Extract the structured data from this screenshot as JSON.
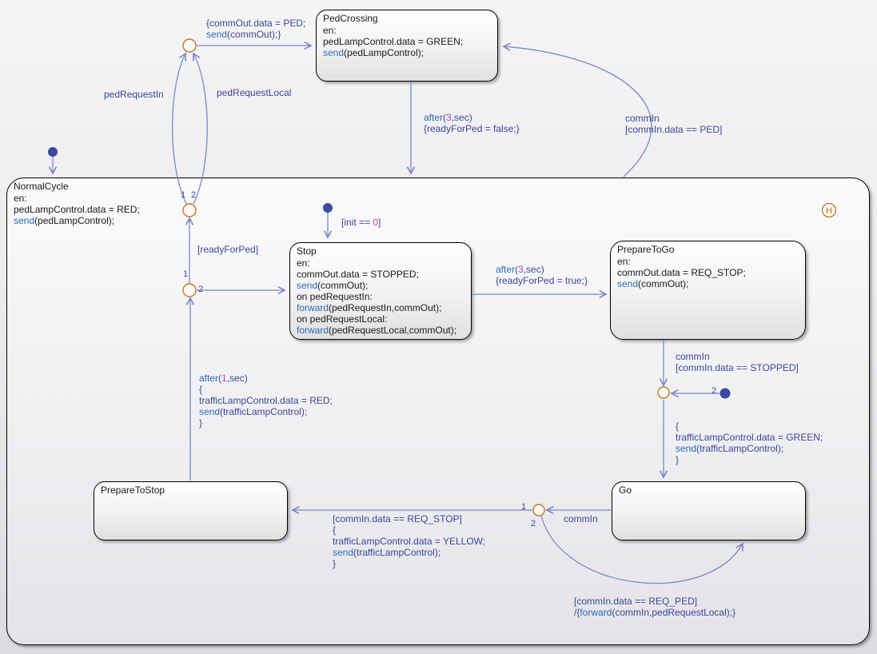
{
  "chart": {
    "name": "traffic-light-controller-statechart",
    "colors": {
      "transition_line": "#7b87c6",
      "transition_text": "#3a4698",
      "keyword": "#2d6ab4",
      "number_literal": "#c43fb0",
      "junction": "#c8731f",
      "default_dot": "#3a4a9e",
      "state_text": "#1a1a1a"
    }
  },
  "states": {
    "pedCrossing": {
      "label": "PedCrossing",
      "body": [
        [
          {
            "t": "en:"
          }
        ],
        [
          {
            "t": "pedLampControl.data = GREEN;"
          }
        ],
        [
          {
            "t": "send",
            "c": "kw"
          },
          {
            "t": "(pedLampControl);"
          }
        ]
      ]
    },
    "normalCycle": {
      "label": "NormalCycle",
      "body": [
        [
          {
            "t": "en:"
          }
        ],
        [
          {
            "t": "pedLampControl.data = RED;"
          }
        ],
        [
          {
            "t": "send",
            "c": "kw"
          },
          {
            "t": "(pedLampControl);"
          }
        ]
      ]
    },
    "stop": {
      "label": "Stop",
      "body": [
        [
          {
            "t": "en:"
          }
        ],
        [
          {
            "t": "commOut.data = STOPPED;"
          }
        ],
        [
          {
            "t": "send",
            "c": "kw"
          },
          {
            "t": "(commOut);"
          }
        ],
        [
          {
            "t": "on pedRequestIn:"
          }
        ],
        [
          {
            "t": "forward",
            "c": "kw"
          },
          {
            "t": "(pedRequestIn,commOut);"
          }
        ],
        [
          {
            "t": "on pedRequestLocal:"
          }
        ],
        [
          {
            "t": "forward",
            "c": "kw"
          },
          {
            "t": "(pedRequestLocal,commOut);"
          }
        ]
      ]
    },
    "prepareToGo": {
      "label": "PrepareToGo",
      "body": [
        [
          {
            "t": "en:"
          }
        ],
        [
          {
            "t": "commOut.data = REQ_STOP;"
          }
        ],
        [
          {
            "t": "send",
            "c": "kw"
          },
          {
            "t": "(commOut);"
          }
        ]
      ]
    },
    "go": {
      "label": "Go",
      "body": []
    },
    "prepareToStop": {
      "label": "PrepareToStop",
      "body": []
    }
  },
  "transitions": {
    "toPedCrossing": {
      "lines": [
        [
          {
            "t": "{commOut.data = PED;"
          }
        ],
        [
          {
            "t": "send",
            "c": "kw"
          },
          {
            "t": "(commOut);}"
          }
        ]
      ]
    },
    "pedRequestIn": {
      "lines": [
        [
          {
            "t": "pedRequestIn"
          }
        ]
      ]
    },
    "pedRequestLocal": {
      "lines": [
        [
          {
            "t": "pedRequestLocal"
          }
        ]
      ]
    },
    "pedToNormal": {
      "lines": [
        [
          {
            "t": "after",
            "c": "kw"
          },
          {
            "t": "("
          },
          {
            "t": "3",
            "c": "num"
          },
          {
            "t": ",sec)"
          }
        ],
        [
          {
            "t": "{readyForPed = false;}"
          }
        ]
      ]
    },
    "commInPed": {
      "lines": [
        [
          {
            "t": "commIn"
          }
        ],
        [
          {
            "t": "[commIn.data == PED]"
          }
        ]
      ]
    },
    "initDefault": {
      "lines": [
        [
          {
            "t": "[init == "
          },
          {
            "t": "0",
            "c": "num"
          },
          {
            "t": "]"
          }
        ]
      ]
    },
    "readyForPed": {
      "lines": [
        [
          {
            "t": "[readyForPed]"
          }
        ]
      ]
    },
    "stopToPrepareToGo": {
      "lines": [
        [
          {
            "t": "after",
            "c": "kw"
          },
          {
            "t": "("
          },
          {
            "t": "3",
            "c": "num"
          },
          {
            "t": ",sec)"
          }
        ],
        [
          {
            "t": "{readyForPed = true;}"
          }
        ]
      ]
    },
    "commInStopped": {
      "lines": [
        [
          {
            "t": "commIn"
          }
        ],
        [
          {
            "t": "[commIn.data == STOPPED]"
          }
        ]
      ]
    },
    "greenAction": {
      "lines": [
        [
          {
            "t": "{"
          }
        ],
        [
          {
            "t": "trafficLampControl.data = GREEN;"
          }
        ],
        [
          {
            "t": "send",
            "c": "kw"
          },
          {
            "t": "(trafficLampControl);"
          }
        ],
        [
          {
            "t": "}"
          }
        ]
      ]
    },
    "goCommIn": {
      "lines": [
        [
          {
            "t": "commIn"
          }
        ]
      ]
    },
    "reqStop": {
      "lines": [
        [
          {
            "t": "[commIn.data == REQ_STOP]"
          }
        ],
        [
          {
            "t": "{"
          }
        ],
        [
          {
            "t": "trafficLampControl.data = YELLOW;"
          }
        ],
        [
          {
            "t": "send",
            "c": "kw"
          },
          {
            "t": "(trafficLampControl);"
          }
        ],
        [
          {
            "t": "}"
          }
        ]
      ]
    },
    "reqPed": {
      "lines": [
        [
          {
            "t": "[commIn.data == REQ_PED]"
          }
        ],
        [
          {
            "t": "/{"
          },
          {
            "t": "forward",
            "c": "kw"
          },
          {
            "t": "(commIn,pedRequestLocal);}"
          }
        ]
      ]
    },
    "afterRed": {
      "lines": [
        [
          {
            "t": "after",
            "c": "kw"
          },
          {
            "t": "("
          },
          {
            "t": "1",
            "c": "num"
          },
          {
            "t": ",sec)"
          }
        ],
        [
          {
            "t": "{"
          }
        ],
        [
          {
            "t": "trafficLampControl.data = RED;"
          }
        ],
        [
          {
            "t": "send",
            "c": "kw"
          },
          {
            "t": "(trafficLampControl);"
          }
        ],
        [
          {
            "t": "}"
          }
        ]
      ]
    }
  },
  "junction_orders": {
    "ped_curve_left": "1",
    "ped_curve_right": "2",
    "j3_up": "1",
    "j3_right": "2",
    "j4_default": "2",
    "j5_left": "1",
    "j5_down": "2"
  },
  "history": {
    "label": "H"
  }
}
